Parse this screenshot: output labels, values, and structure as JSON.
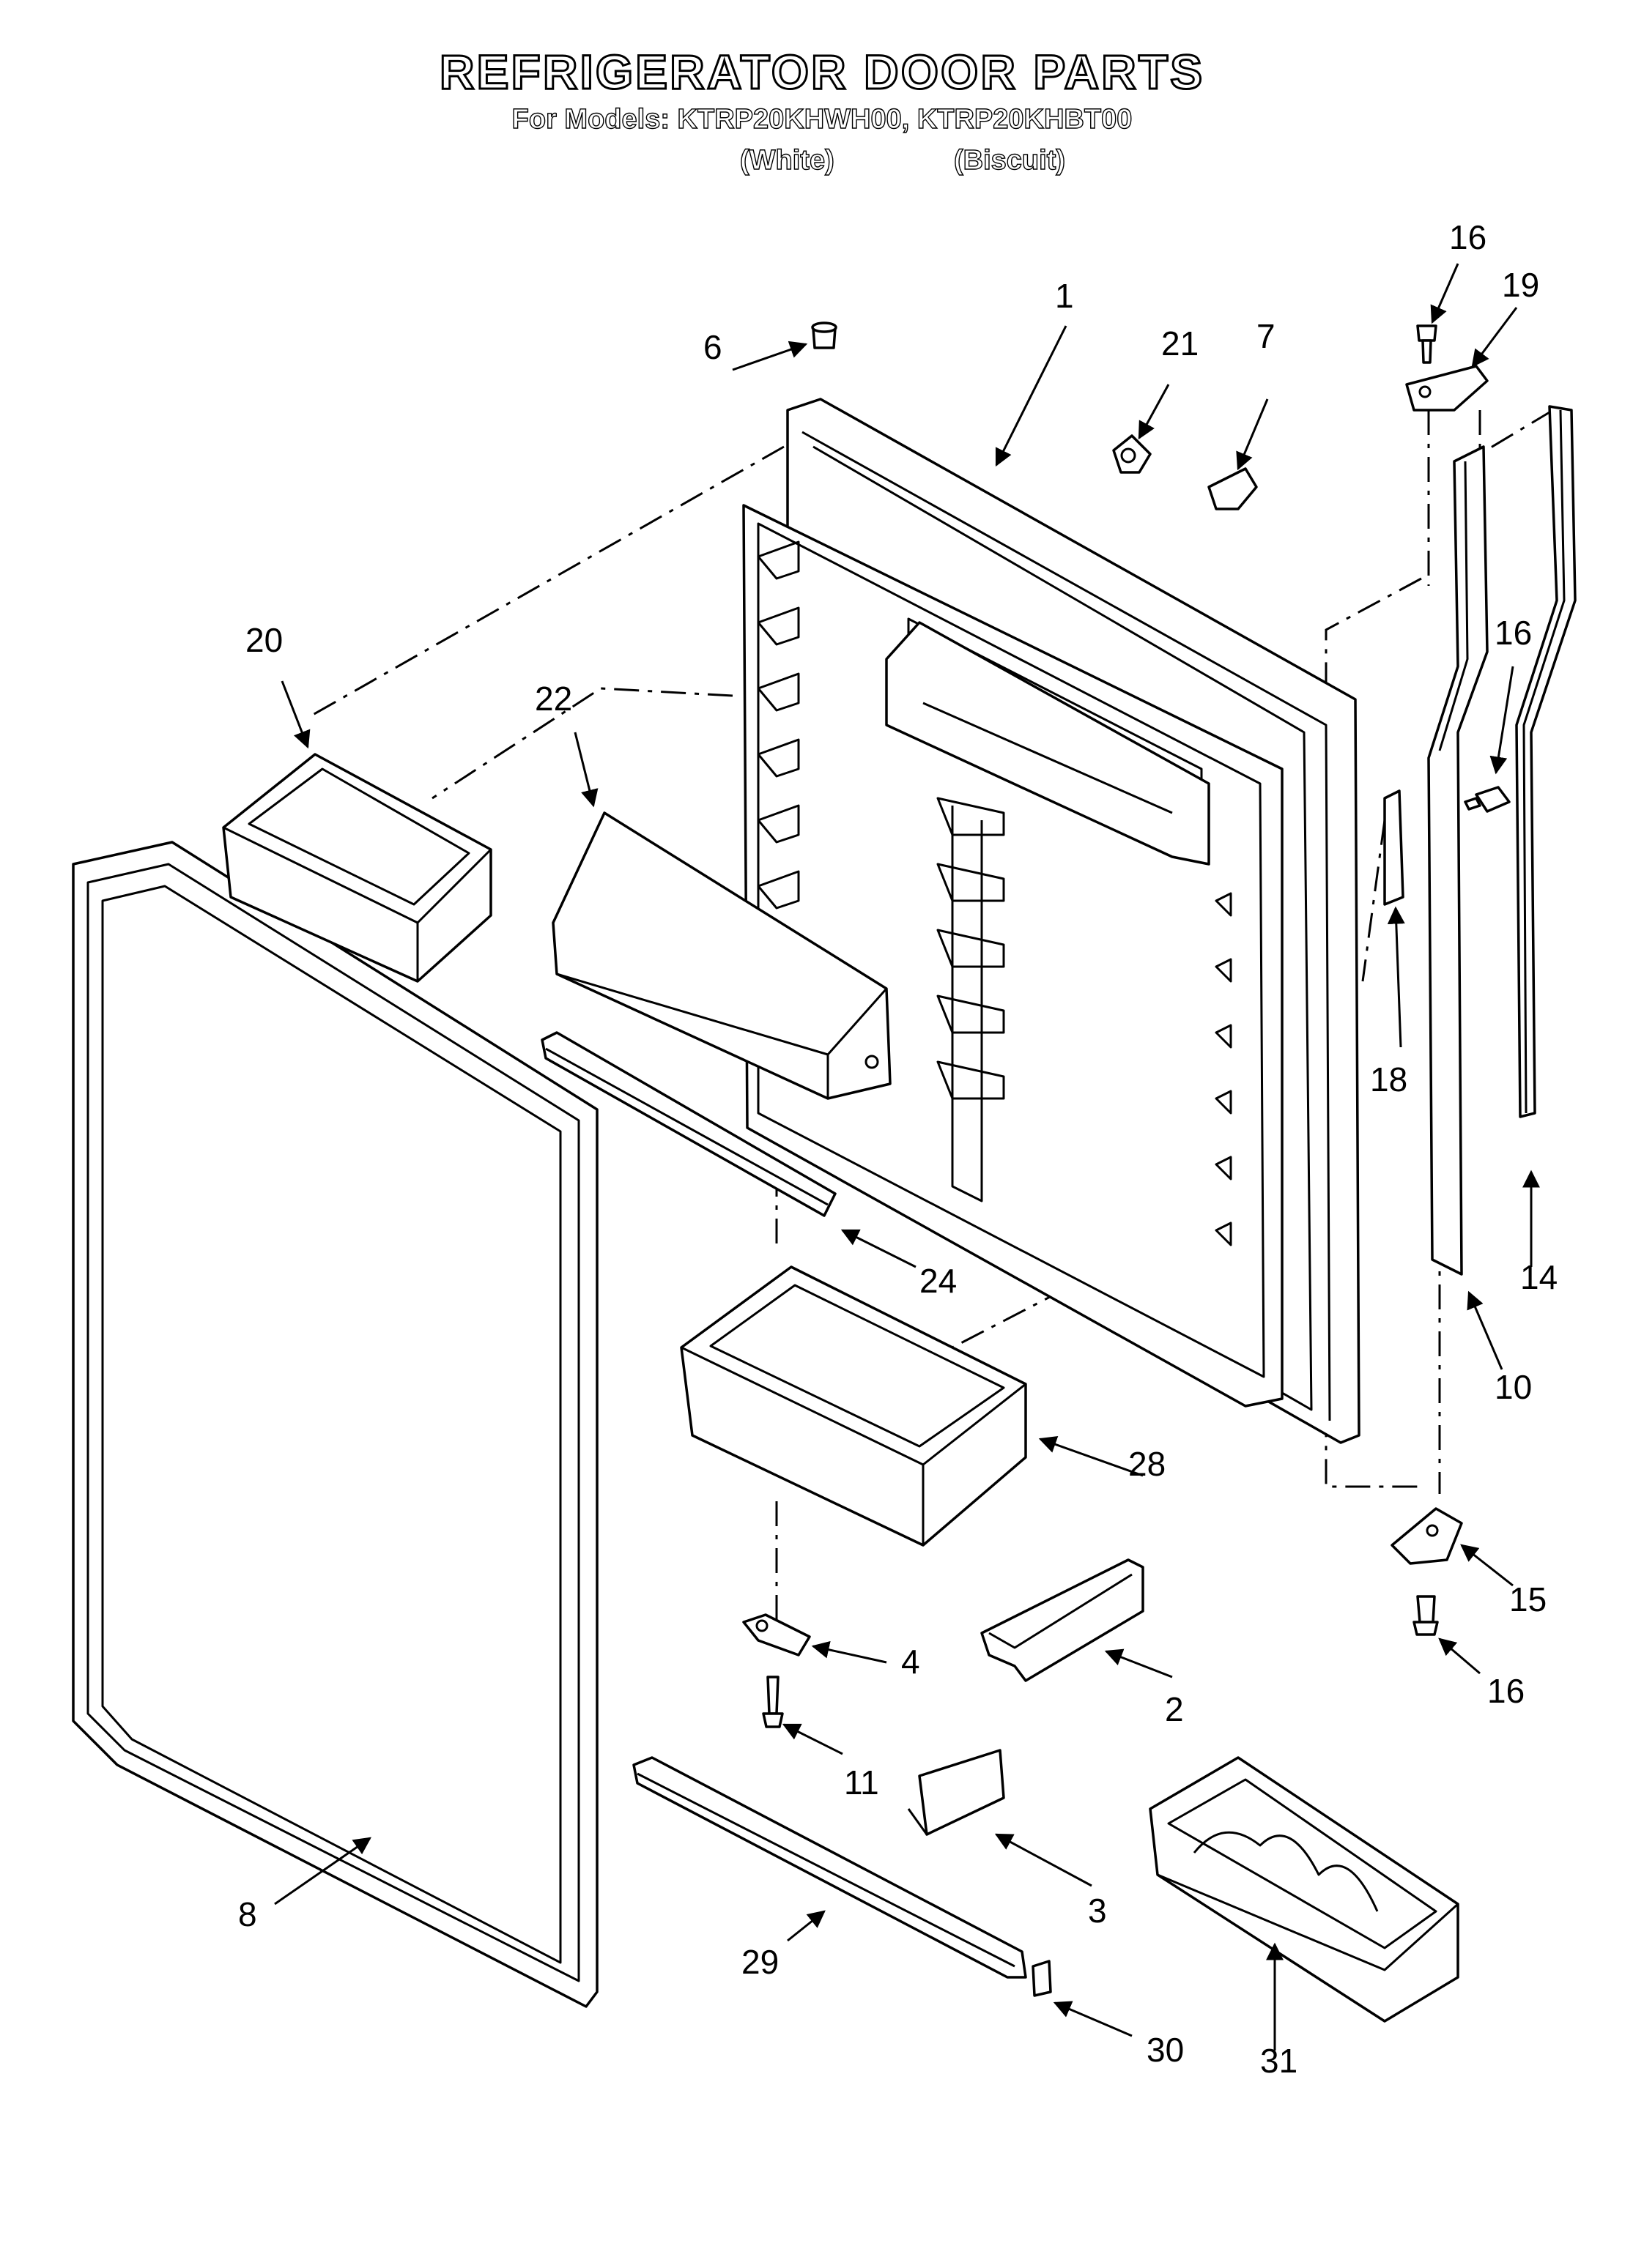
{
  "title": "REFRIGERATOR DOOR PARTS",
  "subtitle": "For Models: KTRP20KHWH00, KTRP20KHBT00",
  "variants": [
    "(White)",
    "(Biscuit)"
  ],
  "callouts": [
    {
      "id": "c1",
      "label": "1"
    },
    {
      "id": "c2",
      "label": "2"
    },
    {
      "id": "c3",
      "label": "3"
    },
    {
      "id": "c4",
      "label": "4"
    },
    {
      "id": "c6",
      "label": "6"
    },
    {
      "id": "c7",
      "label": "7"
    },
    {
      "id": "c8",
      "label": "8"
    },
    {
      "id": "c10",
      "label": "10"
    },
    {
      "id": "c11",
      "label": "11"
    },
    {
      "id": "c14",
      "label": "14"
    },
    {
      "id": "c15",
      "label": "15"
    },
    {
      "id": "c16a",
      "label": "16"
    },
    {
      "id": "c16b",
      "label": "16"
    },
    {
      "id": "c16c",
      "label": "16"
    },
    {
      "id": "c18",
      "label": "18"
    },
    {
      "id": "c19",
      "label": "19"
    },
    {
      "id": "c20",
      "label": "20"
    },
    {
      "id": "c21",
      "label": "21"
    },
    {
      "id": "c22",
      "label": "22"
    },
    {
      "id": "c24",
      "label": "24"
    },
    {
      "id": "c28",
      "label": "28"
    },
    {
      "id": "c29",
      "label": "29"
    },
    {
      "id": "c30",
      "label": "30"
    },
    {
      "id": "c31",
      "label": "31"
    }
  ]
}
